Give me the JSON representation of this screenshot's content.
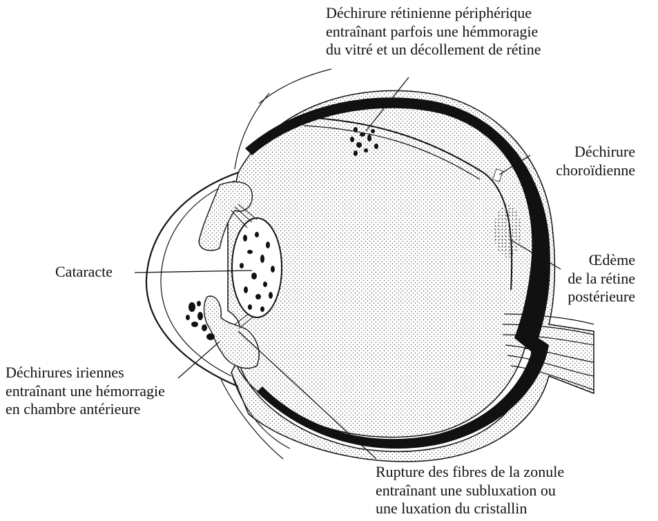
{
  "labels": {
    "retinal_tear": [
      "Déchirure rétinienne périphérique",
      "entraînant parfois une hémmoragie",
      "du vitré et un décollement de rétine"
    ],
    "choroidal_tear": [
      "Déchirure",
      "choroïdienne"
    ],
    "cataract": [
      "Cataracte"
    ],
    "retinal_edema": [
      "Œdème",
      "de la rétine",
      "postérieure"
    ],
    "iris_tears": [
      "Déchirures iriennes",
      "entraînant une hémorragie",
      "en chambre antérieure"
    ],
    "zonule_rupture": [
      "Rupture des fibres de la zonule",
      "entraînant une subluxation ou",
      "une luxation du cristallin"
    ]
  }
}
